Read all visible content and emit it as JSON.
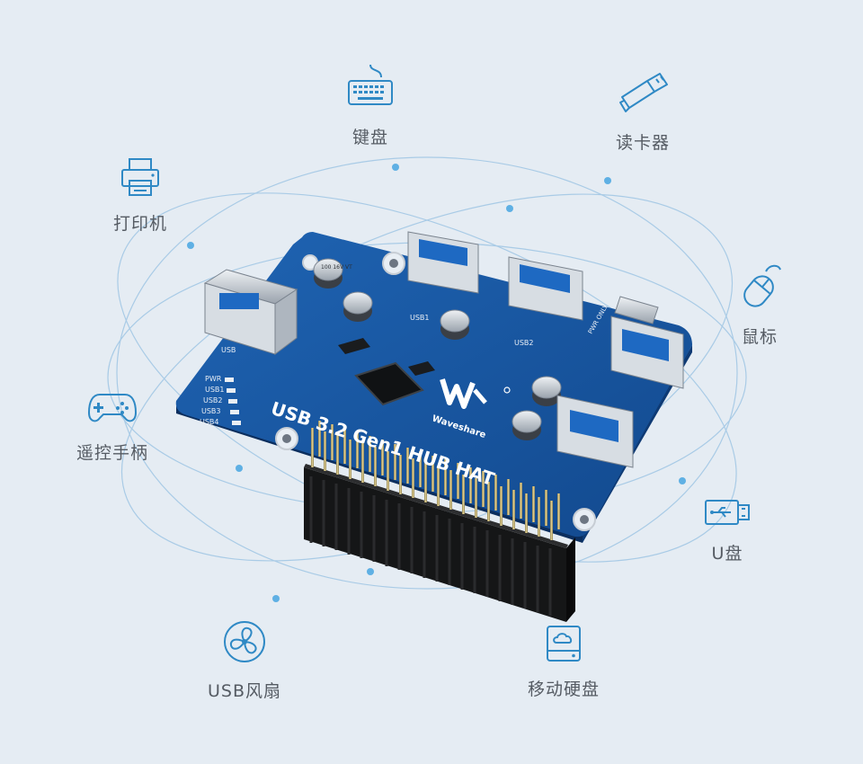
{
  "features": [
    {
      "id": "keyboard",
      "label": "键盘",
      "icon": "keyboard-icon"
    },
    {
      "id": "card-reader",
      "label": "读卡器",
      "icon": "card-reader-icon"
    },
    {
      "id": "printer",
      "label": "打印机",
      "icon": "printer-icon"
    },
    {
      "id": "mouse",
      "label": "鼠标",
      "icon": "mouse-icon"
    },
    {
      "id": "gamepad",
      "label": "遥控手柄",
      "icon": "gamepad-icon"
    },
    {
      "id": "usb-drive",
      "label": "U盘",
      "icon": "usb-drive-icon"
    },
    {
      "id": "usb-fan",
      "label": "USB风扇",
      "icon": "fan-icon"
    },
    {
      "id": "hard-drive",
      "label": "移动硬盘",
      "icon": "hard-drive-icon"
    }
  ],
  "board": {
    "title": "USB 3.2 Gen1 HUB HAT",
    "brand": "Waveshare",
    "port_labels": {
      "usb": "USB",
      "usb1": "USB1",
      "usb2": "USB2",
      "pwr_only": "PWR ONLY"
    },
    "led_labels": [
      "PWR",
      "USB1",
      "USB2",
      "USB3",
      "USB4"
    ],
    "capacitor_text": "100 16V VT"
  },
  "colors": {
    "background": "#e5ecf3",
    "orbit": "#a9cbe6",
    "orbit_dot": "#5fb0e4",
    "icon": "#2f89c5",
    "pcb": "#15539d",
    "label": "#555b63"
  }
}
